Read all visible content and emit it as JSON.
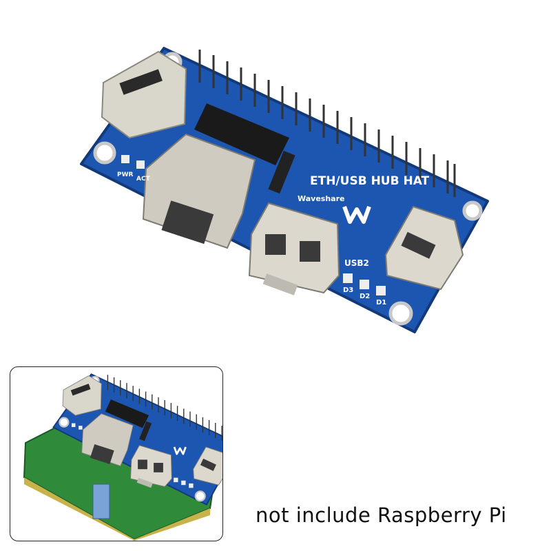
{
  "product": {
    "board_title": "ETH/USB HUB HAT",
    "brand": "Waveshare",
    "silk_labels": [
      "USB2",
      "D1",
      "D2",
      "D3",
      "PWR",
      "ACT"
    ]
  },
  "caption": "not include Raspberry Pi",
  "colors": {
    "pcb_blue": "#1d56b0",
    "connector_metal": "#d9d6cc",
    "raspberry_pi_green": "#2f8a3a"
  }
}
